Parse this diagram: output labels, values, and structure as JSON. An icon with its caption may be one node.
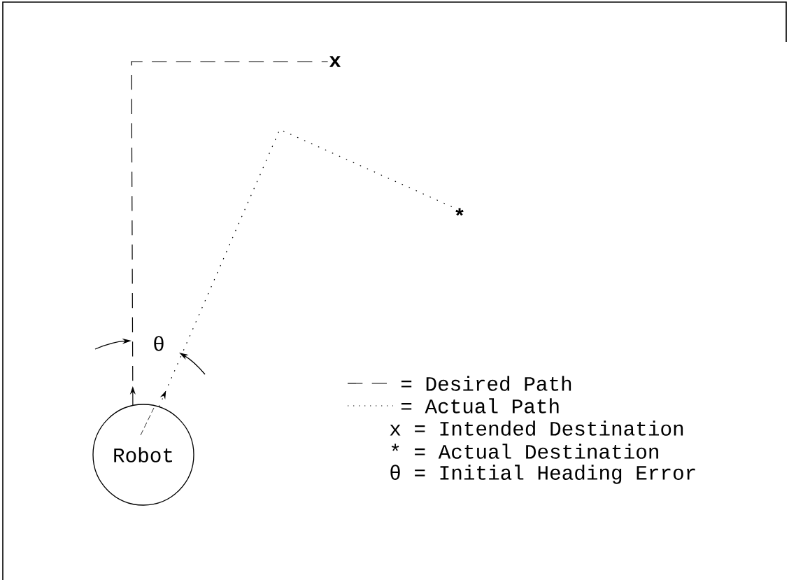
{
  "diagram": {
    "nodes": [
      {
        "text": [
          "Robot"
        ]
      },
      {
        "text": [
          "x"
        ]
      },
      {
        "text": [
          "*"
        ]
      }
    ],
    "edges": [
      {
        "from": 0,
        "to": 1,
        "arrow": "to",
        "style": "dashed"
      },
      {
        "from": 0,
        "to": 2,
        "arrow": "to"
      }
    ],
    "labels": [
      "θ"
    ],
    "legend": [
      {
        "text": "= Desired Path"
      },
      {
        "text": "= Actual Path"
      },
      {
        "text": "x = Intended Destination"
      },
      {
        "text": "* = Actual Destination"
      },
      {
        "text": "θ = Initial Heading Error"
      }
    ]
  }
}
